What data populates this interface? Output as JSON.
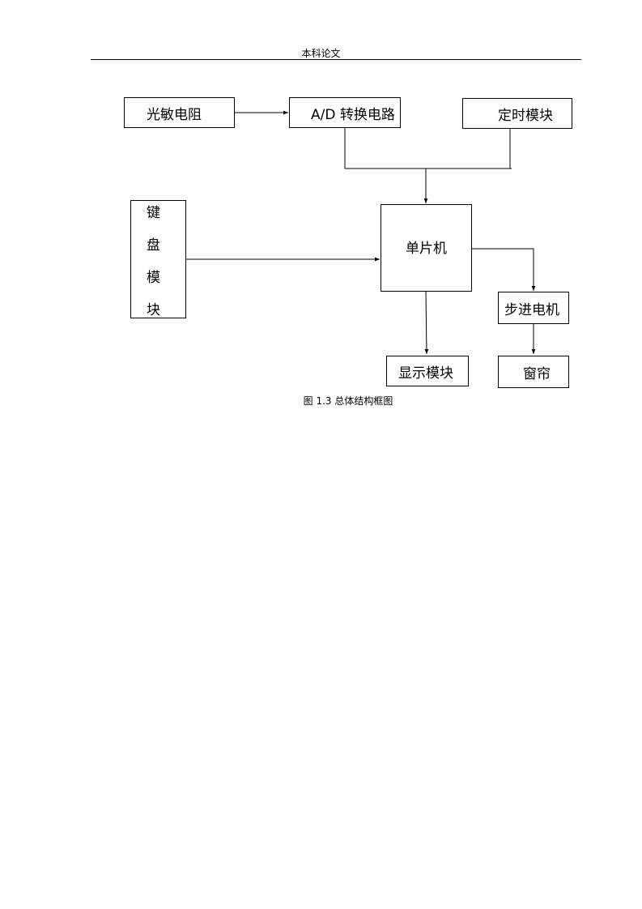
{
  "header": {
    "text": "本科论文"
  },
  "diagram": {
    "nodes": {
      "photoresistor": "光敏电阻",
      "ad_converter": "A/D 转换电路",
      "timer_module": "定时模块",
      "keyboard_module": [
        "键",
        "盘",
        "模",
        "块"
      ],
      "mcu": "单片机",
      "stepper_motor": "步进电机",
      "display_module": "显示模块",
      "curtain": "窗帘"
    },
    "edges": [
      [
        "photoresistor",
        "ad_converter"
      ],
      [
        "ad_converter",
        "mcu"
      ],
      [
        "timer_module",
        "mcu"
      ],
      [
        "keyboard_module",
        "mcu"
      ],
      [
        "mcu",
        "stepper_motor"
      ],
      [
        "mcu",
        "display_module"
      ],
      [
        "stepper_motor",
        "curtain"
      ]
    ]
  },
  "caption": {
    "text": "图  1.3  总体结构框图"
  }
}
